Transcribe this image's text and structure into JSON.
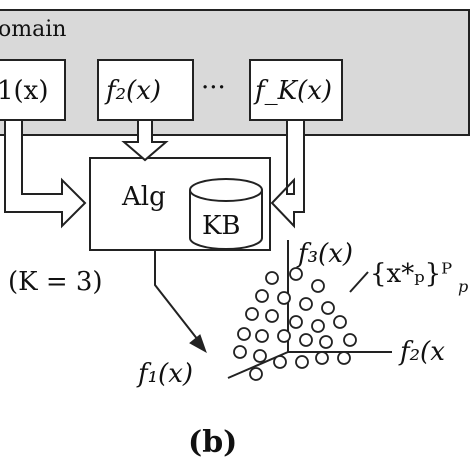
{
  "domain_box": {
    "label": "omain",
    "fill_color": "#d9d9d9",
    "functions": [
      "1(x)",
      "f₂(x)",
      "···",
      "f_K(x)"
    ]
  },
  "algorithm": {
    "label": "Alg"
  },
  "knowledge_base": {
    "label": "KB"
  },
  "condition": "(K = 3)",
  "plot": {
    "axis_f1": "f₁(x)",
    "axis_f2": "f₂(x",
    "axis_f3": "f₃(x)",
    "pareto_set": "{x*ₚ}ᴾ",
    "pareto_set_index": "p"
  },
  "caption": "(b)"
}
